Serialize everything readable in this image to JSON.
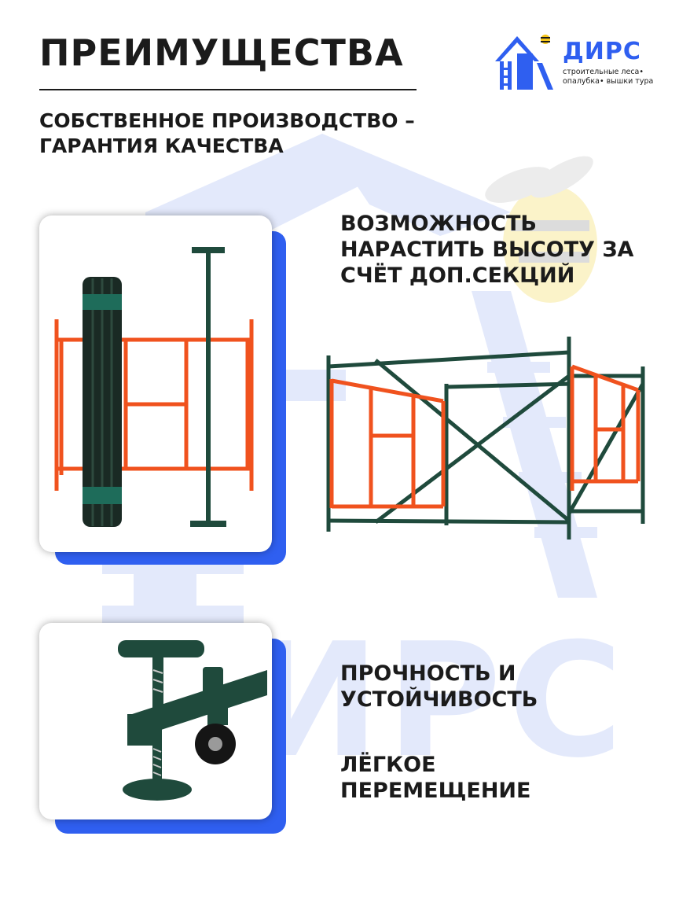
{
  "header": {
    "title": "ПРЕИМУЩЕСТВА",
    "subtitle_line1": "СОБСТВЕННОЕ ПРОИЗВОДСТВО –",
    "subtitle_line2": "ГАРАНТИЯ КАЧЕСТВА"
  },
  "logo": {
    "name": "ДИРС",
    "tagline_line1": "строительные леса•",
    "tagline_line2": "опалубка• вышки тура"
  },
  "watermark": {
    "text": "ДИРС"
  },
  "features": {
    "f1_line1": "ВОЗМОЖНОСТЬ",
    "f1_line2": "НАРАСТИТЬ ВЫСОТУ ЗА",
    "f1_line3": "СЧЁТ ДОП.СЕКЦИЙ",
    "f2_line1": "ПРОЧНОСТЬ И",
    "f2_line2": "УСТОЙЧИВОСТЬ",
    "f3_line1": "ЛЁГКОЕ",
    "f3_line2": "ПЕРЕМЕЩЕНИЕ"
  },
  "colors": {
    "accent_blue": "#2f5ff0",
    "frame_orange": "#f0521e",
    "frame_green": "#1f4a3c",
    "watermark_blue": "#e3e9fb"
  }
}
